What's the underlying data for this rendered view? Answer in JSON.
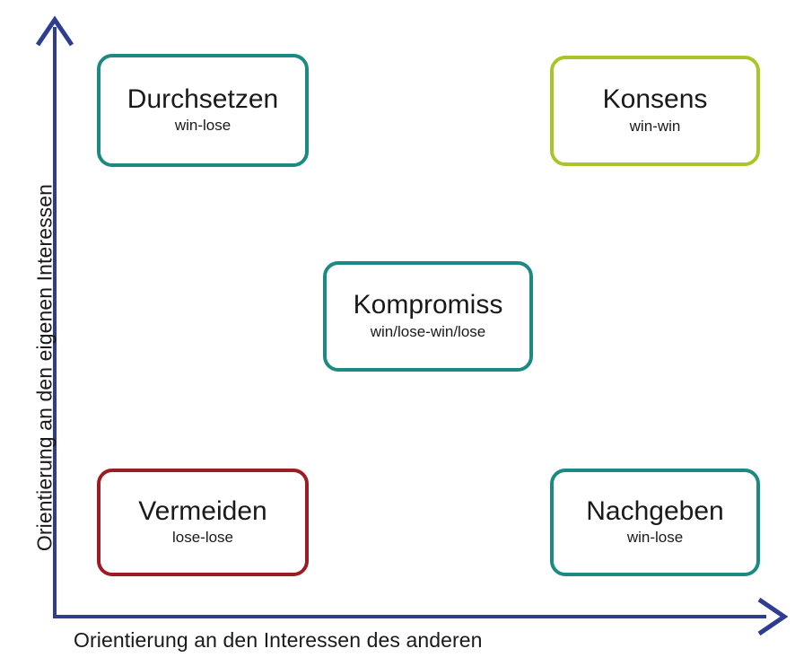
{
  "diagram": {
    "axes": {
      "x_label": "Orientierung an den Interessen des anderen",
      "y_label": "Orientierung an den eigenen Interessen",
      "axis_color": "#2e3d8f",
      "x_arrow_icon": "arrow-right-icon",
      "y_arrow_icon": "arrow-up-icon"
    },
    "boxes": [
      {
        "id": "durchsetzen",
        "title": "Durchsetzen",
        "subtitle": "win-lose",
        "border_color": "#1b8a82",
        "quadrant": "top-left"
      },
      {
        "id": "konsens",
        "title": "Konsens",
        "subtitle": "win-win",
        "border_color": "#a8c627",
        "quadrant": "top-right"
      },
      {
        "id": "kompromiss",
        "title": "Kompromiss",
        "subtitle": "win/lose-win/lose",
        "border_color": "#1b8a82",
        "quadrant": "center"
      },
      {
        "id": "vermeiden",
        "title": "Vermeiden",
        "subtitle": "lose-lose",
        "border_color": "#9b1c22",
        "quadrant": "bottom-left"
      },
      {
        "id": "nachgeben",
        "title": "Nachgeben",
        "subtitle": "win-lose",
        "border_color": "#1b8a82",
        "quadrant": "bottom-right"
      }
    ]
  },
  "chart_data": {
    "type": "scatter",
    "title": "",
    "xlabel": "Orientierung an den Interessen des anderen",
    "ylabel": "Orientierung an den eigenen Interessen",
    "xlim": [
      0,
      1
    ],
    "ylim": [
      0,
      1
    ],
    "grid": false,
    "legend": null,
    "annotations": [
      {
        "label": "Durchsetzen",
        "sublabel": "win-lose",
        "x": 0.18,
        "y": 0.85,
        "color": "#1b8a82"
      },
      {
        "label": "Konsens",
        "sublabel": "win-win",
        "x": 0.82,
        "y": 0.85,
        "color": "#a8c627"
      },
      {
        "label": "Kompromiss",
        "sublabel": "win/lose-win/lose",
        "x": 0.5,
        "y": 0.5,
        "color": "#1b8a82"
      },
      {
        "label": "Vermeiden",
        "sublabel": "lose-lose",
        "x": 0.18,
        "y": 0.15,
        "color": "#9b1c22"
      },
      {
        "label": "Nachgeben",
        "sublabel": "win-lose",
        "x": 0.82,
        "y": 0.15,
        "color": "#1b8a82"
      }
    ]
  }
}
